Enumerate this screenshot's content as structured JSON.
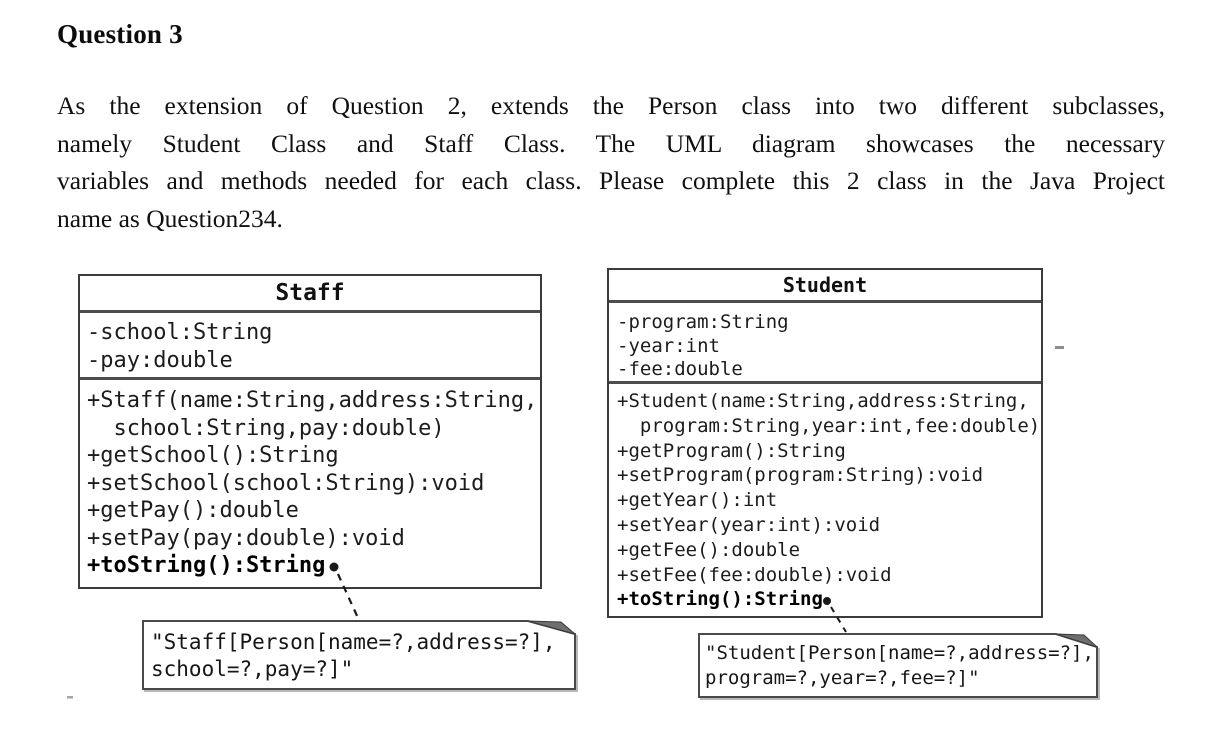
{
  "page": {
    "title": "Question 3",
    "paragraph_lines": [
      "As the extension of Question 2, extends the Person class into two different subclasses,",
      "namely Student Class and Staff Class. The UML diagram showcases the necessary",
      "variables and methods needed for each class. Please complete this 2 class in the Java Project",
      "name as Question234."
    ]
  },
  "staff": {
    "title": "Staff",
    "attributes": [
      "-school:String",
      "-pay:double"
    ],
    "methods": [
      "+Staff(name:String,address:String,",
      "  school:String,pay:double)",
      "+getSchool():String",
      "+setSchool(school:String):void",
      "+getPay():double",
      "+setPay(pay:double):void",
      "+toString():String"
    ],
    "note_lines": [
      "\"Staff[Person[name=?,address=?],",
      "school=?,pay=?]\""
    ]
  },
  "student": {
    "title": "Student",
    "attributes": [
      "-program:String",
      "-year:int",
      "-fee:double"
    ],
    "methods": [
      "+Student(name:String,address:String,",
      "  program:String,year:int,fee:double)",
      "+getProgram():String",
      "+setProgram(program:String):void",
      "+getYear():int",
      "+setYear(year:int):void",
      "+getFee():double",
      "+setFee(fee:double):void",
      "+toString():String"
    ],
    "note_lines": [
      "\"Student[Person[name=?,address=?],",
      "program=?,year=?,fee=?]\""
    ]
  },
  "colors": {
    "text": "#141414",
    "border": "#3b3b3b",
    "separator": "#4d4d4d",
    "note_fold": "#6e6e6e"
  }
}
